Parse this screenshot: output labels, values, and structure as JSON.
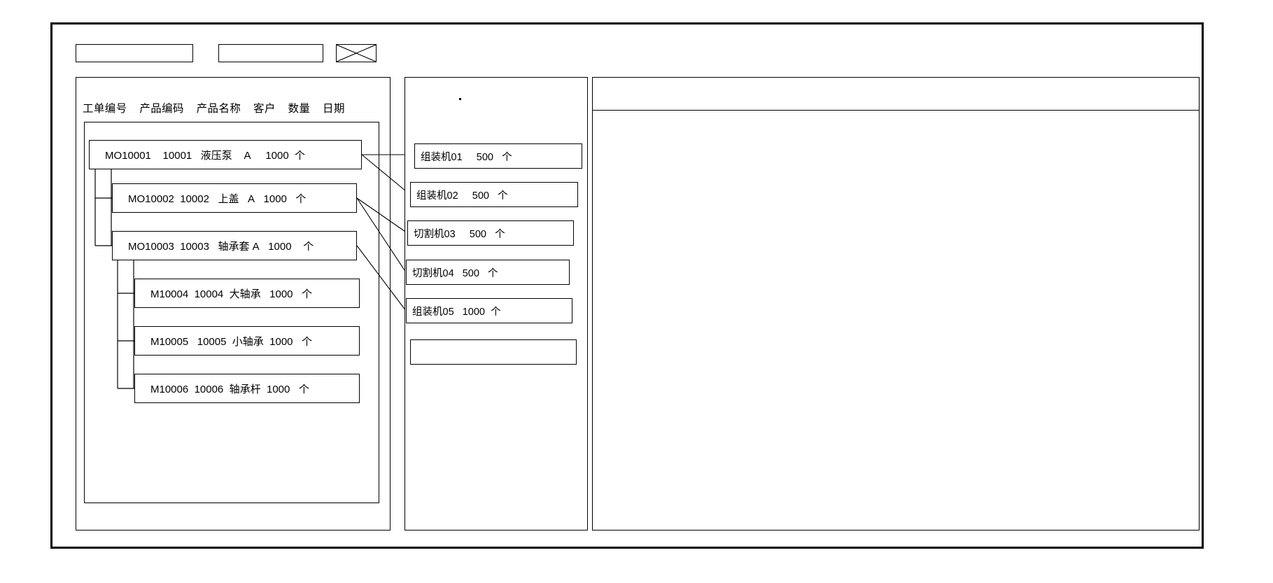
{
  "window": {
    "title": ""
  },
  "toolbar": {
    "items": [
      {
        "name": "toolbar-box-1",
        "label": ""
      },
      {
        "name": "toolbar-box-2",
        "label": ""
      },
      {
        "name": "toolbar-close-placeholder",
        "label": ""
      }
    ]
  },
  "left_panel": {
    "columns": [
      "工单编号",
      "产品编码",
      "产品名称",
      "客户",
      "数量",
      "日期"
    ],
    "rows": [
      {
        "order_no": "MO10001",
        "product_code": "10001",
        "product_name": "液压泵",
        "customer": "A",
        "qty": "1000",
        "unit": "个",
        "level": 0
      },
      {
        "order_no": "MO10002",
        "product_code": "10002",
        "product_name": "上盖",
        "customer": "A",
        "qty": "1000",
        "unit": "个",
        "level": 1
      },
      {
        "order_no": "MO10003",
        "product_code": "10003",
        "product_name": "轴承套",
        "customer": "A",
        "qty": "1000",
        "unit": "个",
        "level": 1
      },
      {
        "order_no": "M10004",
        "product_code": "10004",
        "product_name": "大轴承",
        "customer": "",
        "qty": "1000",
        "unit": "个",
        "level": 2
      },
      {
        "order_no": "M10005",
        "product_code": "10005",
        "product_name": "小轴承",
        "customer": "",
        "qty": "1000",
        "unit": "个",
        "level": 2
      },
      {
        "order_no": "M10006",
        "product_code": "10006",
        "product_name": "轴承杆",
        "customer": "",
        "qty": "1000",
        "unit": "个",
        "level": 2
      }
    ]
  },
  "mid_panel": {
    "machines": [
      {
        "name": "组装机01",
        "qty": "500",
        "unit": "个"
      },
      {
        "name": "组装机02",
        "qty": "500",
        "unit": "个"
      },
      {
        "name": "切割机03",
        "qty": "500",
        "unit": "个"
      },
      {
        "name": "切割机04",
        "qty": "500",
        "unit": "个"
      },
      {
        "name": "组装机05",
        "qty": "1000",
        "unit": "个"
      },
      {
        "name": "",
        "qty": "",
        "unit": ""
      }
    ]
  },
  "right_panel": {
    "header": "",
    "body": ""
  },
  "colors": {
    "stroke": "#000000",
    "background": "#ffffff"
  }
}
